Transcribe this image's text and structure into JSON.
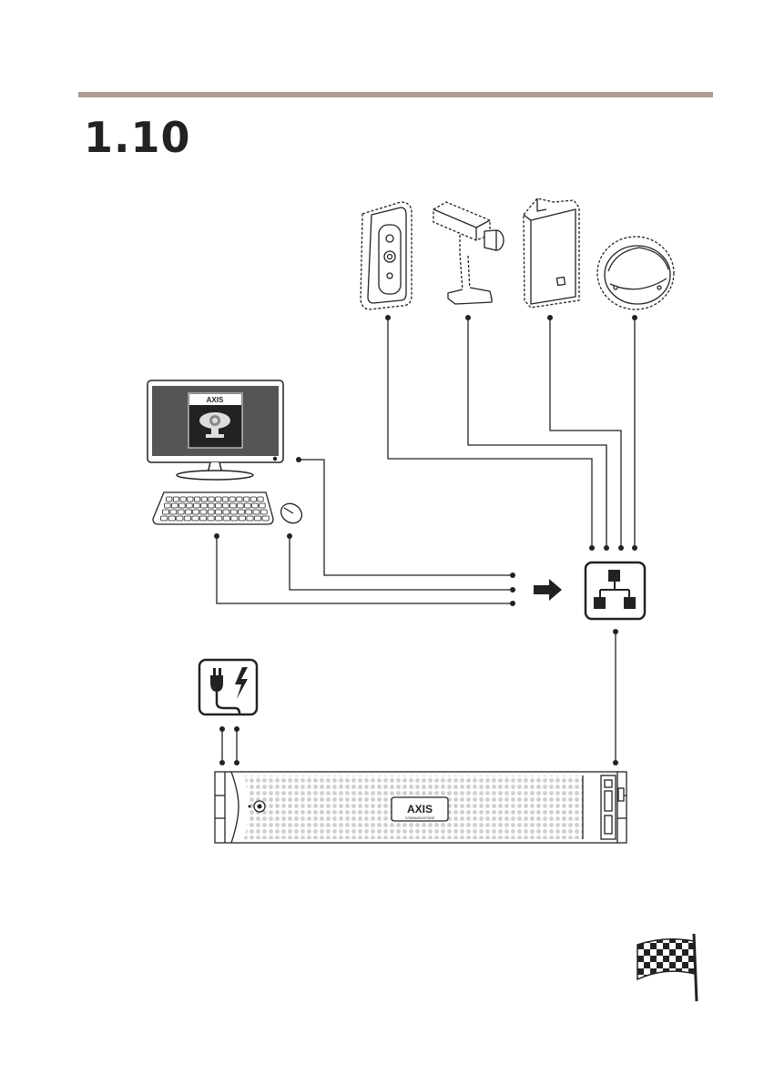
{
  "page": {
    "step_number": "1.10"
  },
  "logos": {
    "monitor_logo": "AXIS",
    "server_logo": "AXIS",
    "server_logo_sub": "COMMUNICATIONS"
  },
  "icons": {
    "power": "power-plug-lightning-icon",
    "network_switch": "network-switch-icon",
    "finish": "checkered-flag-icon",
    "arrow": "arrow-right-icon"
  },
  "colors": {
    "rule": "#ac9c94",
    "ink": "#222222"
  }
}
